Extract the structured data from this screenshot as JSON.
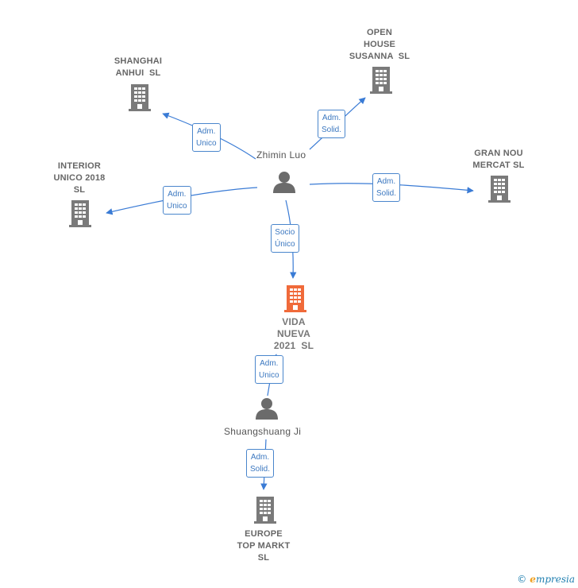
{
  "companies": {
    "shanghai": {
      "lines": [
        "SHANGHAI",
        "ANHUI  SL"
      ]
    },
    "open_house": {
      "lines": [
        "OPEN",
        "HOUSE",
        "SUSANNA  SL"
      ]
    },
    "interior": {
      "lines": [
        "INTERIOR",
        "UNICO 2018",
        "SL"
      ]
    },
    "gran_nou": {
      "lines": [
        "GRAN NOU",
        "MERCAT SL"
      ]
    },
    "vida_nueva": {
      "lines": [
        "VIDA",
        "NUEVA",
        "2021  SL"
      ]
    },
    "europe": {
      "lines": [
        "EUROPE",
        "TOP MARKT",
        "SL"
      ]
    }
  },
  "persons": {
    "zhimin": {
      "name": "Zhimin Luo"
    },
    "shuang": {
      "name": "Shuangshuang Ji"
    }
  },
  "relations": {
    "r_shanghai": {
      "lines": [
        "Adm.",
        "Unico"
      ]
    },
    "r_open": {
      "lines": [
        "Adm.",
        "Solid."
      ]
    },
    "r_interior": {
      "lines": [
        "Adm.",
        "Unico"
      ]
    },
    "r_gran": {
      "lines": [
        "Adm.",
        "Solid."
      ]
    },
    "r_socio": {
      "lines": [
        "Socio",
        "Único"
      ]
    },
    "r_vida": {
      "lines": [
        "Adm.",
        "Unico"
      ]
    },
    "r_europe": {
      "lines": [
        "Adm.",
        "Solid."
      ]
    }
  },
  "colors": {
    "edge": "#3a7bd5",
    "building": "#7a7a7a",
    "building_main": "#f06a3a",
    "person": "#6b6b6b"
  },
  "footer": {
    "copyright": "©",
    "brand_initial": "e",
    "brand_rest": "mpresia"
  }
}
